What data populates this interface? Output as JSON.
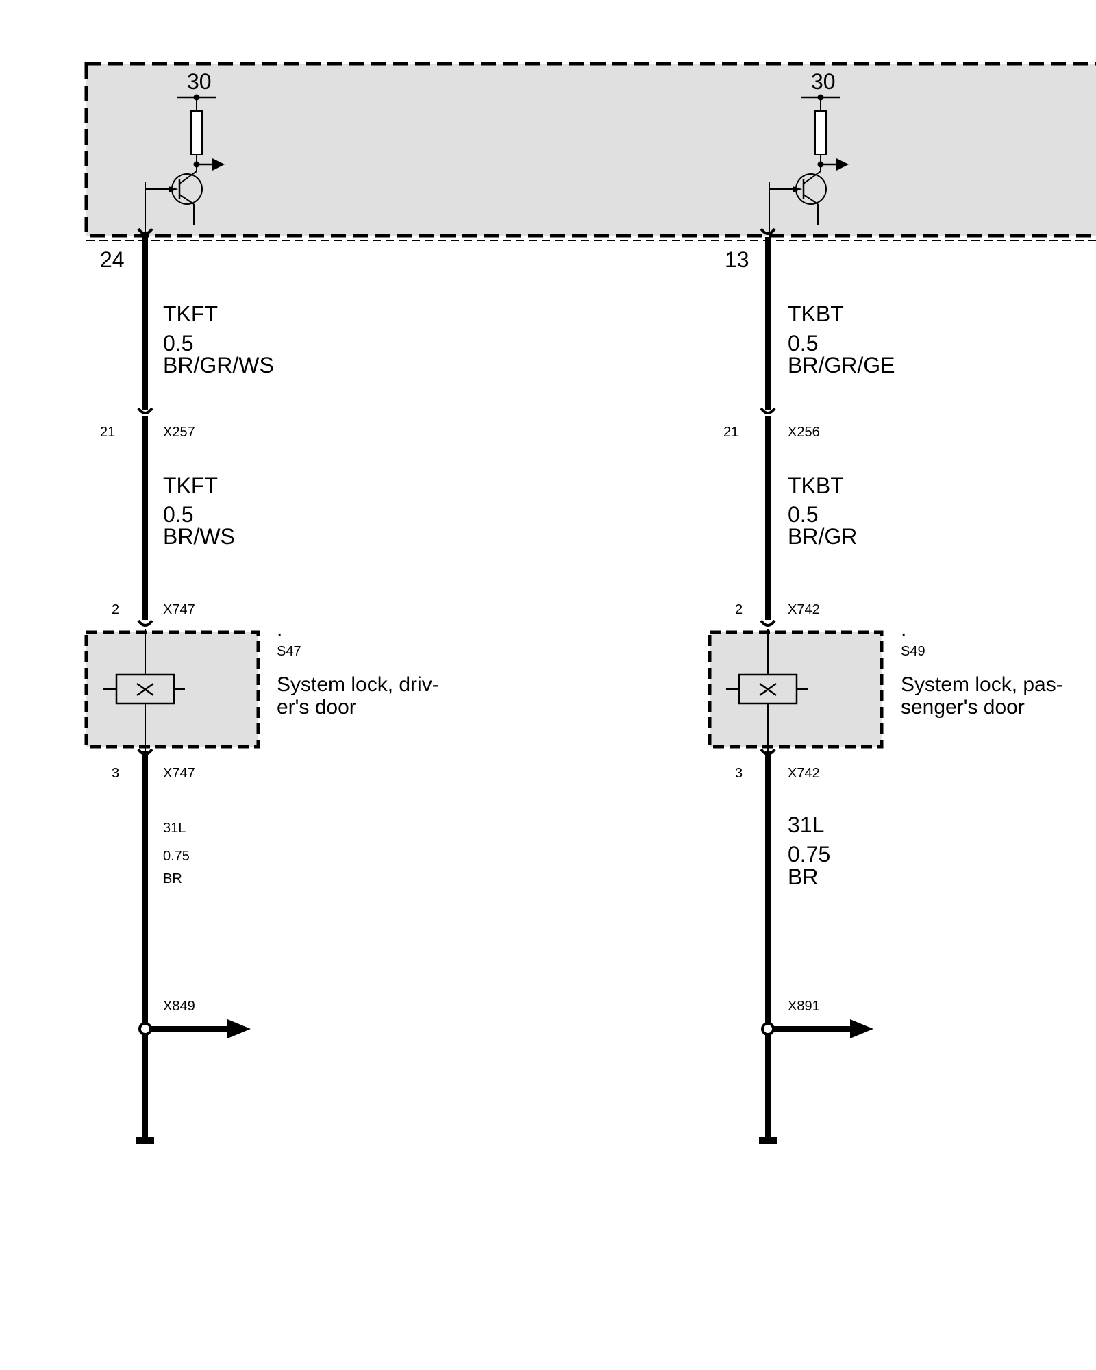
{
  "supply": {
    "left": "30",
    "right": "30"
  },
  "left": {
    "ecu_pin": "24",
    "seg1": {
      "signal": "TKFT",
      "size": "0.5",
      "color": "BR/GR/WS"
    },
    "conn1": {
      "pin": "21",
      "id": "X257"
    },
    "seg2": {
      "signal": "TKFT",
      "size": "0.5",
      "color": "BR/WS"
    },
    "conn2": {
      "pin": "2",
      "id": "X747"
    },
    "component": {
      "dot": ".",
      "id": "S47",
      "name1": "System lock, driv-",
      "name2": "er's door"
    },
    "conn3": {
      "pin": "3",
      "id": "X747"
    },
    "seg3": {
      "signal": "31L",
      "size": "0.75",
      "color": "BR"
    },
    "splice": "X849"
  },
  "right": {
    "ecu_pin": "13",
    "seg1": {
      "signal": "TKBT",
      "size": "0.5",
      "color": "BR/GR/GE"
    },
    "conn1": {
      "pin": "21",
      "id": "X256"
    },
    "seg2": {
      "signal": "TKBT",
      "size": "0.5",
      "color": "BR/GR"
    },
    "conn2": {
      "pin": "2",
      "id": "X742"
    },
    "component": {
      "dot": ".",
      "id": "S49",
      "name1": "System lock, pas-",
      "name2": "senger's door"
    },
    "conn3": {
      "pin": "3",
      "id": "X742"
    },
    "seg3": {
      "signal": "31L",
      "size": "0.75",
      "color": "BR"
    },
    "splice": "X891"
  },
  "colors": {
    "module_fill": "#e0e0e0",
    "line": "#000000"
  }
}
